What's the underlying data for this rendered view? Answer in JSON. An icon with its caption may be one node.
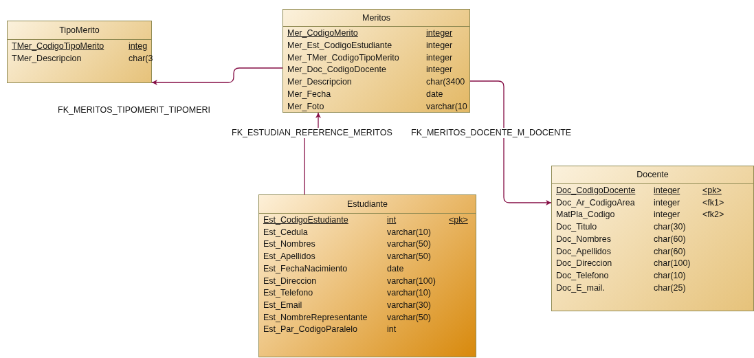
{
  "diagram": {
    "nodes": [
      {
        "text": [
          "TipoMerito",
          "TMer_CodigoTipoMerito",
          "integ",
          "TMer_Descripcion",
          "char(3"
        ]
      },
      {
        "text": [
          "Meritos",
          "Mer_CodigoMerito",
          "integer",
          "Mer_Est_CodigoEstudiante",
          "integer",
          "Mer_TMer_CodigoTipoMerito",
          "integer",
          "Mer_Doc_CodigoDocente",
          "integer",
          "Mer_Descripcion",
          "char(3400",
          "Mer_Fecha",
          "date",
          "Mer_Foto",
          "varchar(10"
        ]
      },
      {
        "text": [
          "Estudiante",
          "Est_CodigoEstudiante",
          "int",
          "<pk>",
          "Est_Cedula",
          "varchar(10)",
          "Est_Nombres",
          "varchar(50)",
          "Est_Apellidos",
          "varchar(50)",
          "Est_FechaNacimiento",
          "date",
          "Est_Direccion",
          "varchar(100)",
          "Est_Telefono",
          "varchar(10)",
          "Est_Email",
          "varchar(30)",
          "Est_NombreRepresentante",
          "varchar(50)",
          "Est_Par_CodigoParalelo",
          "int"
        ]
      },
      {
        "text": [
          "Docente",
          "Doc_CodigoDocente",
          "integer",
          "<pk>",
          "Doc_Ar_CodigoArea",
          "integer",
          "<fk1>",
          "MatPla_Codigo",
          "integer",
          "<fk2>",
          "Doc_Titulo",
          "char(30)",
          "Doc_Nombres",
          "char(60)",
          "Doc_Apellidos",
          "char(60)",
          "Doc_Direccion",
          "char(100)",
          "Doc_Telefono",
          "char(10)",
          "Doc_E_mail.",
          "char(25)"
        ]
      }
    ],
    "edges": [
      {
        "from": 1,
        "to": 0,
        "arrow": "to",
        "label": "FK_MERITOS_TIPOMERIT_TIPOMERI"
      },
      {
        "from": 2,
        "to": 1,
        "arrow": "to",
        "label": "FK_ESTUDIAN_REFERENCE_MERITOS"
      },
      {
        "from": 1,
        "to": 3,
        "arrow": "to",
        "label": "FK_MERITOS_DOCENTE_M_DOCENTE"
      }
    ]
  }
}
